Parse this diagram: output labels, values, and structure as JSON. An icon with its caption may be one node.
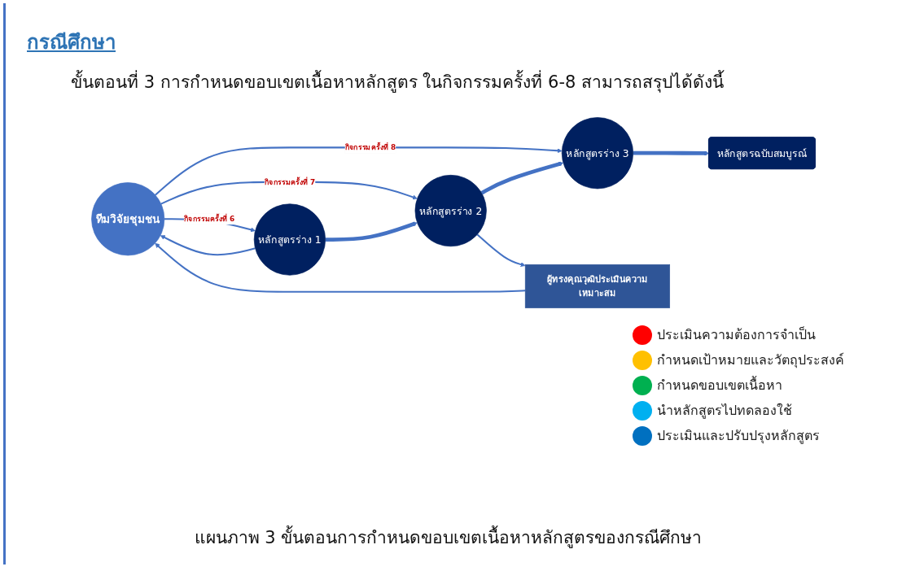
{
  "diagram": {
    "title": "กรณีศึกษา",
    "caption": "แผนภาพ 3 ขั้นตอนการกำหนดขอบเขตเนื้อหาหลักสูตรของกรณีศึกษา",
    "nodes": [
      {
        "text": [
          "ทีมวิจัยชุมชน"
        ]
      },
      {
        "text": [
          "หลักสูตรร่าง 1"
        ]
      },
      {
        "text": [
          "หลักสูตรร่าง 2"
        ]
      },
      {
        "text": [
          "หลักสูตรร่าง 3"
        ]
      },
      {
        "text": [
          "หลักสูตรฉบับสมบูรณ์"
        ]
      },
      {
        "text": [
          "ผู้ทรงคุณวุฒิประเมินความเหมาะสม"
        ]
      }
    ],
    "edges": [
      {
        "from": 0,
        "to": 1,
        "arrow": "to",
        "label": "กิจกรรมครั้งที่ 6"
      },
      {
        "from": 0,
        "to": 2,
        "arrow": "to",
        "label": "กิจกรรมครั้งที่ 7"
      },
      {
        "from": 0,
        "to": 3,
        "arrow": "to",
        "label": "กิจกรรมครั้งที่ 8"
      },
      {
        "from": 1,
        "to": 2,
        "arrow": "to",
        "style": "thick"
      },
      {
        "from": 2,
        "to": 3,
        "arrow": "to",
        "style": "thick"
      },
      {
        "from": 3,
        "to": 4,
        "arrow": "to",
        "style": "thick"
      },
      {
        "from": 1,
        "to": 0,
        "arrow": "to"
      },
      {
        "from": 2,
        "to": 5,
        "arrow": "to"
      },
      {
        "from": 5,
        "to": 0,
        "arrow": "to"
      }
    ],
    "labels": [
      "ขั้นตอนที่ 3 การกำหนดขอบเขตเนื้อหาหลักสูตร ในกิจกรรมครั้งที่ 6-8 สามารถสรุปได้ดังนี้"
    ],
    "legend": [
      {
        "text": "ประเมินความต้องการจำเป็น",
        "color": "#ff0000"
      },
      {
        "text": "กำหนดเป้าหมายและวัตถุประสงค์",
        "color": "#ffc000"
      },
      {
        "text": "กำหนดขอบเขตเนื้อหา",
        "color": "#00b050"
      },
      {
        "text": "นำหลักสูตรไปทดลองใช้",
        "color": "#00b0f0"
      },
      {
        "text": "ประเมินและปรับปรุงหลักสูตร",
        "color": "#0070c0"
      }
    ]
  }
}
